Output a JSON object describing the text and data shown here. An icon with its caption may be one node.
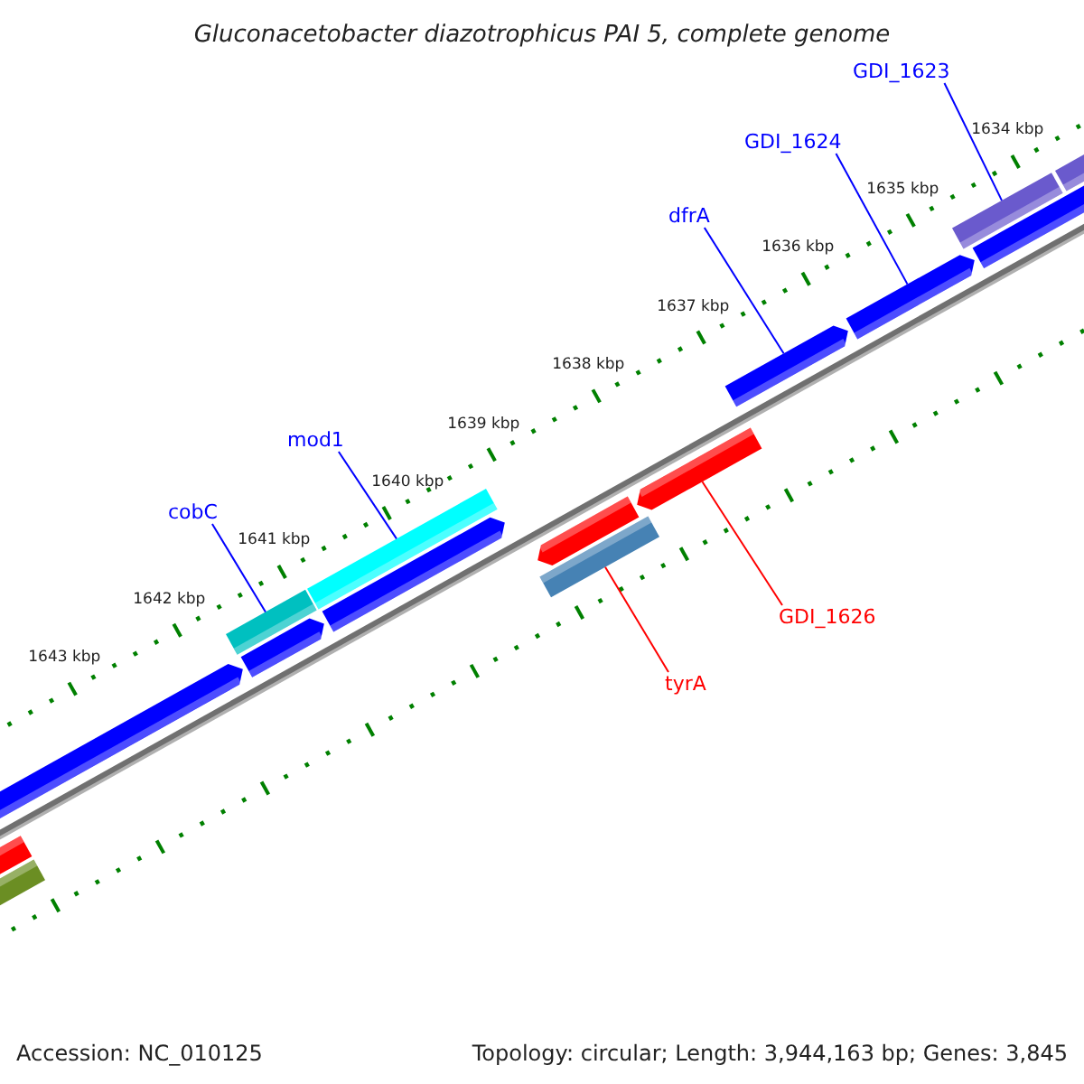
{
  "diagram": {
    "title": "Gluconacetobacter diazotrophicus PAI 5, complete genome",
    "nodes": [
      {
        "text": [
          "GDI_1623"
        ]
      },
      {
        "text": [
          "GDI_1624"
        ]
      },
      {
        "text": [
          "dfrA"
        ]
      },
      {
        "text": [
          "mod1"
        ]
      },
      {
        "text": [
          "cobC"
        ]
      },
      {
        "text": [
          "GDI_1626"
        ]
      },
      {
        "text": [
          "tyrA"
        ]
      },
      {
        "text": [],
        "shape": "bar"
      },
      {
        "text": [],
        "shape": "bar"
      },
      {
        "text": [],
        "shape": "bar"
      },
      {
        "text": [],
        "shape": "bar"
      },
      {
        "text": [],
        "shape": "bar"
      },
      {
        "text": [],
        "shape": "bar"
      },
      {
        "text": [],
        "shape": "bar"
      },
      {
        "text": [],
        "shape": "bar"
      },
      {
        "text": [],
        "shape": "bar"
      },
      {
        "text": [],
        "shape": "bar"
      },
      {
        "text": [],
        "shape": "bar"
      },
      {
        "text": [],
        "shape": "bar"
      },
      {
        "text": [],
        "shape": "bar"
      },
      {
        "text": [],
        "shape": "bar"
      },
      {
        "text": [],
        "shape": "bar"
      }
    ],
    "edges": [
      {
        "from": 0,
        "to": 19,
        "arrow": "none"
      },
      {
        "from": 1,
        "to": 18,
        "arrow": "none"
      },
      {
        "from": 2,
        "to": 17,
        "arrow": "none"
      },
      {
        "from": 3,
        "to": 12,
        "arrow": "none"
      },
      {
        "from": 4,
        "to": 10,
        "arrow": "none"
      },
      {
        "from": 5,
        "to": 16,
        "arrow": "none",
        "color": "#ff0000"
      },
      {
        "from": 6,
        "to": 15,
        "arrow": "none",
        "color": "#ff0000"
      }
    ],
    "labels": [
      "1634 kbp",
      "1635 kbp",
      "1636 kbp",
      "1637 kbp",
      "1638 kbp",
      "1639 kbp",
      "1640 kbp",
      "1641 kbp",
      "1642 kbp",
      "1643 kbp",
      "Accession: NC_010125",
      "Topology: circular; Length: 3,944,163 bp; Genes: 3,845"
    ]
  }
}
